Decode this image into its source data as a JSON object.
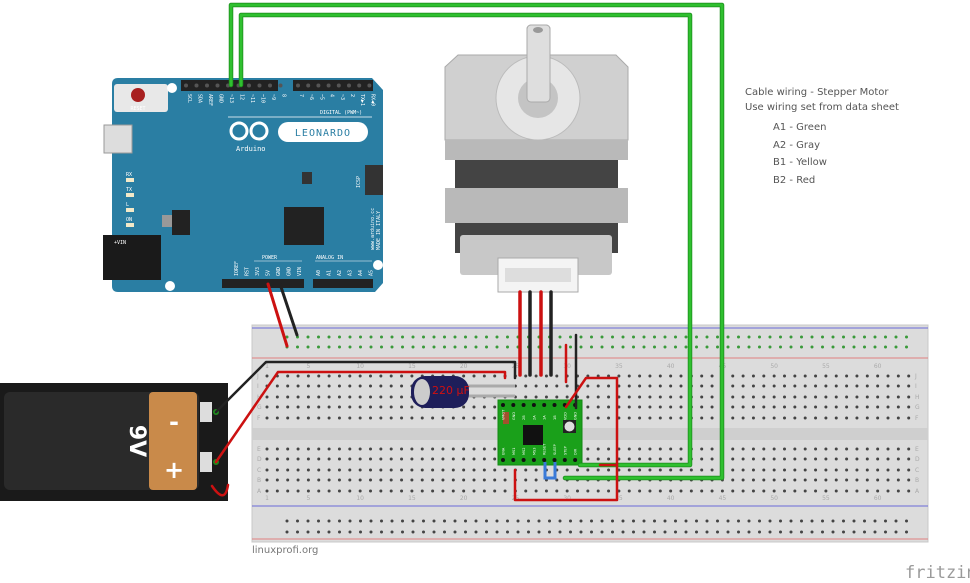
{
  "notes": {
    "title": "Cable wiring - Stepper Motor",
    "subtitle": "Use wiring set from data sheet",
    "wires": [
      "A1 - Green",
      "A2 - Gray",
      "B1 - Yellow",
      "B2 - Red"
    ]
  },
  "credit": "linuxprofi.org",
  "watermark": "fritzing",
  "arduino": {
    "reset": "RESET",
    "brand": "Arduino",
    "model": "LEONARDO",
    "digital": "DIGITAL (PWM~)",
    "top_pins": [
      "SCL",
      "SDA",
      "AREF",
      "GND",
      "~13",
      "12",
      "~11",
      "~10",
      "~9",
      "8",
      "7",
      "~6",
      "~5",
      "4",
      "~3",
      "2",
      "TX▶1",
      "RX◀0"
    ],
    "leds": [
      "RX",
      "TX",
      "L",
      "ON"
    ],
    "vin": "+VIN",
    "icsp": "ICSP",
    "made": "www.arduino.cc",
    "italy": "MADE IN ITALY",
    "power": "POWER",
    "analog": "ANALOG IN",
    "power_pins": [
      "IOREF",
      "RST",
      "3V3",
      "5V",
      "GND",
      "GND",
      "VIN"
    ],
    "analog_pins": [
      "A0",
      "A1",
      "A2",
      "A3",
      "A4",
      "A5"
    ]
  },
  "battery": {
    "label": "9V",
    "minus": "-",
    "plus": "+"
  },
  "capacitor": {
    "label": "220 µF"
  },
  "driver": {
    "top_pins": [
      "VMOT",
      "GND",
      "2B",
      "2A",
      "1A",
      "1B",
      "VDD",
      "GND"
    ],
    "bottom_pins": [
      "ENA",
      "MS1",
      "MS2",
      "MS3",
      "RESET",
      "SLEEP",
      "STEP",
      "DIR"
    ]
  },
  "breadboard": {
    "rows_top": [
      "J",
      "I",
      "H",
      "G",
      "F"
    ],
    "rows_bottom": [
      "E",
      "D",
      "C",
      "B",
      "A"
    ],
    "col_labels": [
      "1",
      "5",
      "10",
      "15",
      "20",
      "25",
      "30",
      "35",
      "40",
      "45",
      "50",
      "55",
      "60"
    ]
  },
  "colors": {
    "arduino": "#2a7ea3",
    "driver": "#1aa01a",
    "wire_green": "#28b828",
    "wire_red": "#cc1111",
    "wire_black": "#222222"
  }
}
